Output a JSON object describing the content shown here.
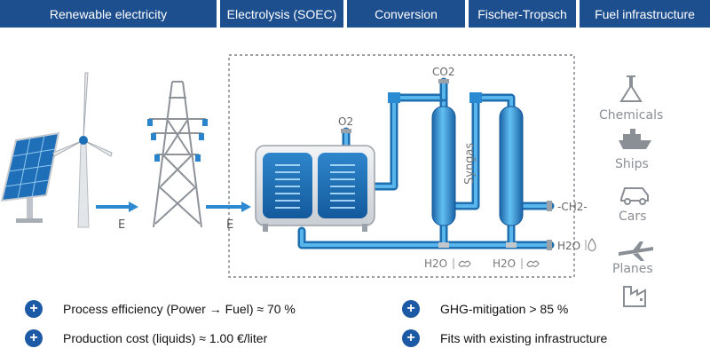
{
  "header": {
    "tabs": [
      {
        "label": "Renewable electricity"
      },
      {
        "label": "Electrolysis (SOEC)"
      },
      {
        "label": "Conversion"
      },
      {
        "label": "Fischer-Tropsch"
      },
      {
        "label": "Fuel infrastructure"
      }
    ]
  },
  "diagram": {
    "energy_label_1": "E",
    "energy_label_2": "E",
    "o2_label": "O2",
    "co2_label": "CO2",
    "syngas_label": "Syngas",
    "ch2_label": "-CH2-",
    "h2o_label_1": "H2O",
    "h2o_label_2": "H2O",
    "h2o_label_3": "H2O"
  },
  "applications": [
    {
      "label": "Chemicals",
      "icon": "flask-icon"
    },
    {
      "label": "Ships",
      "icon": "ship-icon"
    },
    {
      "label": "Cars",
      "icon": "car-icon"
    },
    {
      "label": "Planes",
      "icon": "plane-icon"
    },
    {
      "label": "",
      "icon": "factory-icon"
    }
  ],
  "bullets": {
    "efficiency": "Process efficiency (Power → Fuel) ≈ 70 %",
    "cost": "Production cost (liquids) ≈ 1.00 €/liter",
    "ghg": "GHG-mitigation > 85 %",
    "infrastructure": "Fits with existing infrastructure"
  },
  "colors": {
    "header_bg": "#1d4f8f",
    "pipe_blue": "#3a9ad9",
    "accent_blue": "#1d5aa6",
    "icon_gray": "#8a8f96"
  }
}
